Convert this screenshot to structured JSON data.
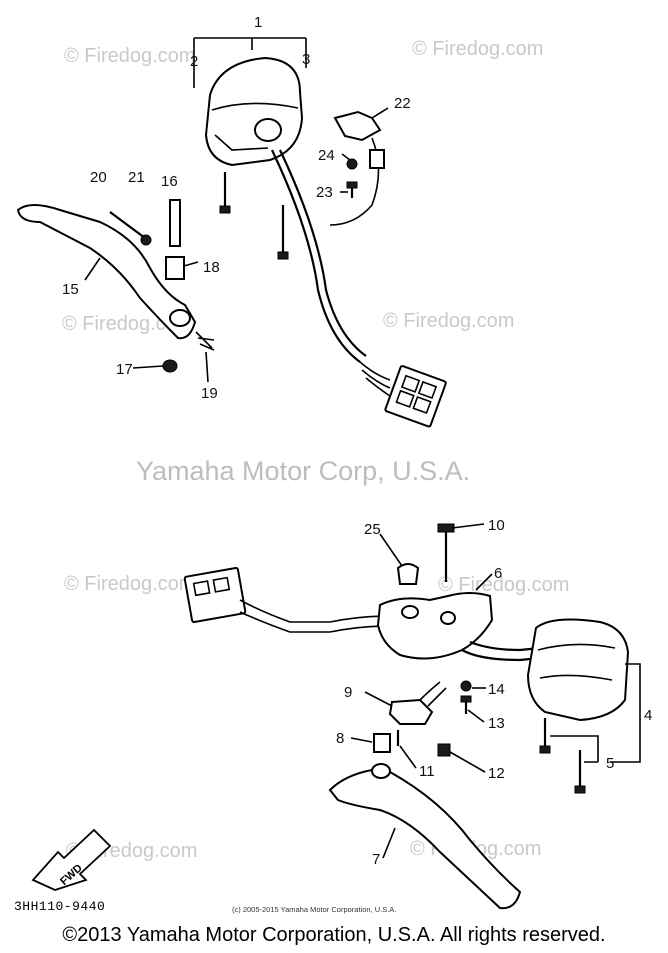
{
  "watermarks": {
    "small": "© Firedog.com",
    "main": "Yamaha Motor Corp, U.S.A."
  },
  "callouts": [
    "1",
    "2",
    "3",
    "22",
    "24",
    "23",
    "20",
    "21",
    "16",
    "18",
    "15",
    "17",
    "19",
    "25",
    "10",
    "6",
    "4",
    "14",
    "13",
    "9",
    "8",
    "11",
    "12",
    "5",
    "7"
  ],
  "part_code": "3HH110-9440",
  "copyright_small": "(c) 2005-2015 Yamaha Motor Corporation, U.S.A.",
  "copyright_footer": "©2013 Yamaha Motor Corporation, U.S.A. All rights reserved.",
  "fwd_label": "FWD"
}
